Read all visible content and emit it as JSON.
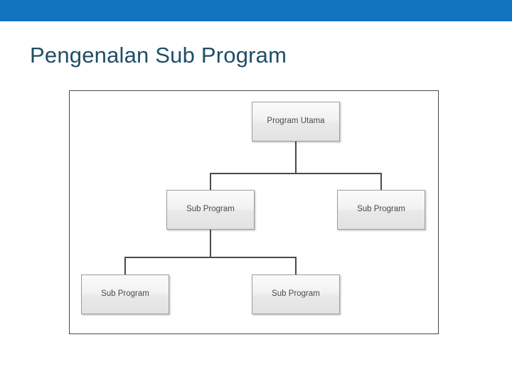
{
  "slide": {
    "title": "Pengenalan Sub Program",
    "accent_color": "#1274bf",
    "title_color": "#1f4e66"
  },
  "diagram": {
    "type": "hierarchy-tree",
    "node_fill": "#f0f0f0",
    "node_border": "#9c9c9c",
    "connector_color": "#4a4a4a",
    "nodes": [
      {
        "id": "root",
        "label": "Program Utama",
        "level": 0
      },
      {
        "id": "l1a",
        "label": "Sub Program",
        "level": 1
      },
      {
        "id": "l1b",
        "label": "Sub Program",
        "level": 1
      },
      {
        "id": "l2a",
        "label": "Sub Program",
        "level": 2
      },
      {
        "id": "l2b",
        "label": "Sub Program",
        "level": 2
      }
    ],
    "edges": [
      {
        "from": "root",
        "to": "l1a"
      },
      {
        "from": "root",
        "to": "l1b"
      },
      {
        "from": "l1a",
        "to": "l2a"
      },
      {
        "from": "l1a",
        "to": "l2b"
      }
    ]
  }
}
